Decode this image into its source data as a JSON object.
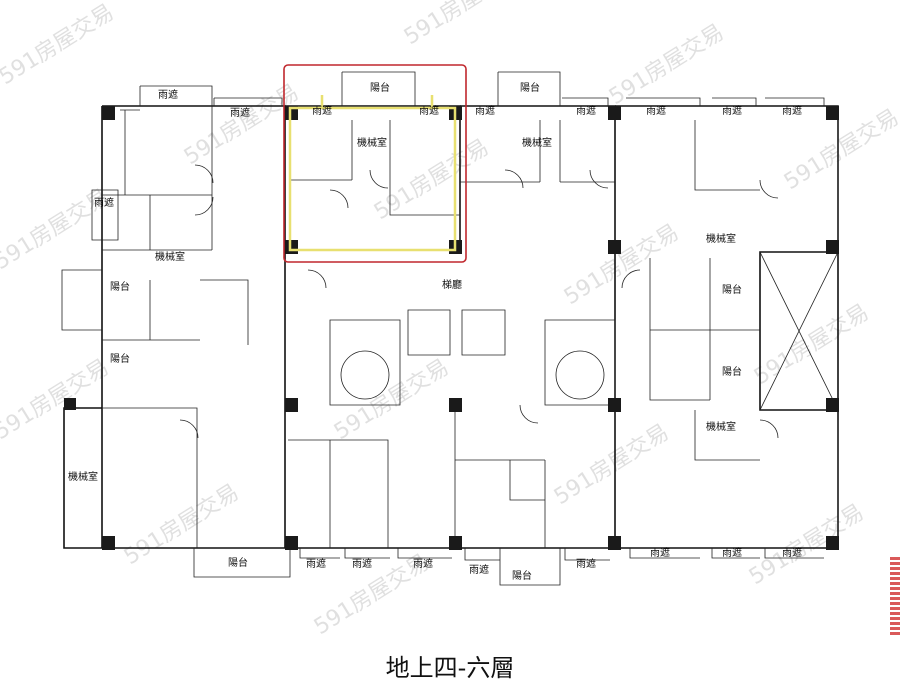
{
  "title": "地上四-六層",
  "watermark_text": "591房屋交易",
  "highlight_color": "#c0272d",
  "accent_yellow": "#e8e070",
  "labels": {
    "balcony": "陽台",
    "canopy": "雨遮",
    "machine_room": "機械室",
    "lobby": "梯廳"
  }
}
